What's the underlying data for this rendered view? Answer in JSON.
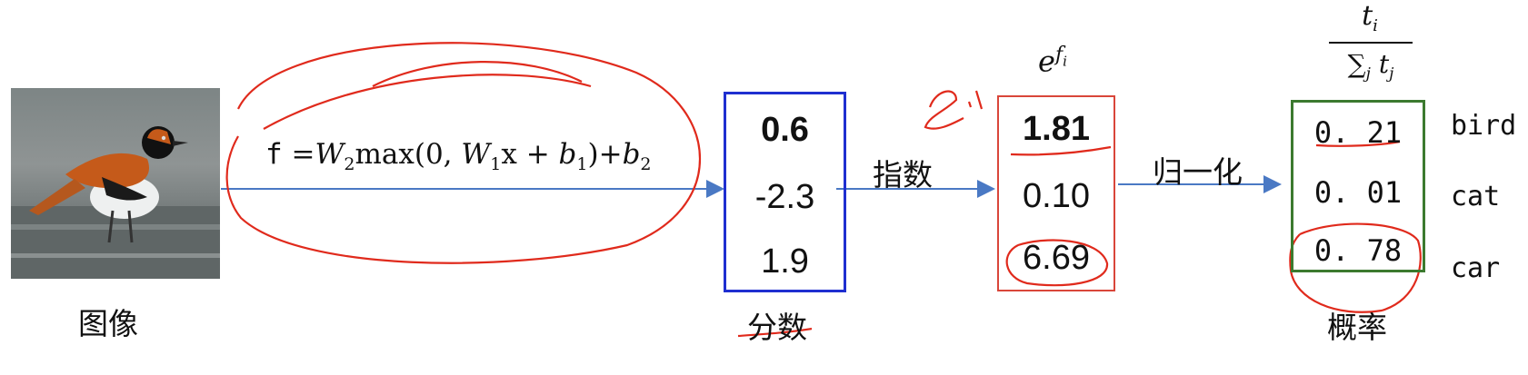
{
  "image_label": "图像",
  "formula": {
    "lhs": "f",
    "eq": "=",
    "w2": "W",
    "w2_sub": "2",
    "max": "max(0,",
    "w1": "W",
    "w1_sub": "1",
    "x": "x +",
    "b1": "b",
    "b1_sub": "1",
    "close_plus": ")+",
    "b2": "b",
    "b2_sub": "2"
  },
  "scores": {
    "values": [
      "0.6",
      "-2.3",
      "1.9"
    ],
    "label": "分数"
  },
  "arrow_exp_label": "指数",
  "exp": {
    "header_base": "e",
    "header_sup": "f",
    "header_sub": "i",
    "values": [
      "1.81",
      "0.10",
      "6.69"
    ]
  },
  "arrow_norm_label": "归一化",
  "prob": {
    "header_num": "t",
    "header_num_sub": "i",
    "header_den": "∑",
    "header_den_sub": "j",
    "header_den_t": "t",
    "header_den_t_sub": "j",
    "values": [
      "0. 21",
      "0. 01",
      "0. 78"
    ],
    "label": "概率",
    "classes": [
      "bird",
      "cat",
      "car"
    ]
  },
  "colors": {
    "scores_border": "#1f2fd0",
    "exp_border": "#d9463a",
    "prob_border": "#3c7a2f",
    "arrow": "#4a79c4",
    "annotation": "#e02a1c"
  }
}
